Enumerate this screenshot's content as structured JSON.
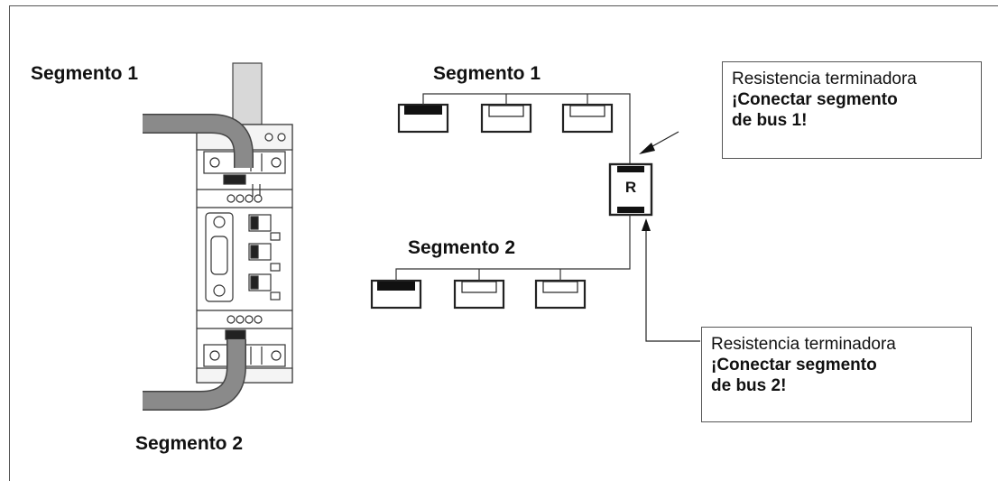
{
  "left_device": {
    "top_label": "Segmento 1",
    "bottom_label": "Segmento 2"
  },
  "diagram": {
    "segment1_label": "Segmento 1",
    "segment2_label": "Segmento 2",
    "resistor_label": "R"
  },
  "notes": [
    {
      "line1": "Resistencia terminadora",
      "line2": "¡Conectar segmento",
      "line3": "de bus 1!"
    },
    {
      "line1": "Resistencia terminadora",
      "line2": "¡Conectar segmento",
      "line3": "de bus 2!"
    }
  ],
  "colors": {
    "cable": "#8a8a8a",
    "line": "#333333",
    "frame": "#555555"
  }
}
